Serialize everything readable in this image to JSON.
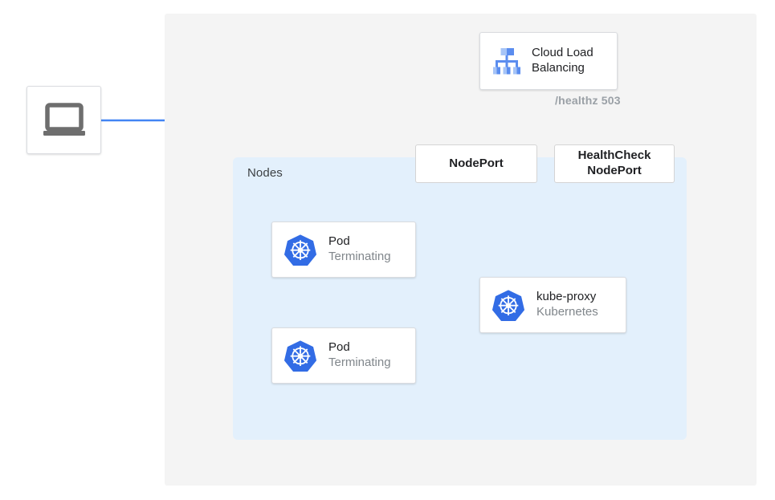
{
  "diagram": {
    "regions": {
      "outer_panel": "outer-panel",
      "nodes_label": "Nodes"
    },
    "nodes": [
      {
        "id": "client",
        "name": "client-laptop",
        "icon": "laptop-icon",
        "label": ""
      },
      {
        "id": "cloud-load-balancing",
        "name": "cloud-load-balancing-box",
        "icon": "cloud-load-balancing-icon",
        "title_line_1": "Cloud Load",
        "title_line_2": "Balancing"
      },
      {
        "id": "nodeport",
        "name": "nodeport-box",
        "label": "NodePort"
      },
      {
        "id": "healthcheck-nodeport",
        "name": "healthcheck-nodeport-box",
        "label_line_1": "HealthCheck",
        "label_line_2": "NodePort"
      },
      {
        "id": "pod-1",
        "name": "pod-box",
        "icon": "kubernetes-icon",
        "title": "Pod",
        "subtitle": "Terminating"
      },
      {
        "id": "pod-2",
        "name": "pod-box",
        "icon": "kubernetes-icon",
        "title": "Pod",
        "subtitle": "Terminating"
      },
      {
        "id": "kube-proxy",
        "name": "kube-proxy-box",
        "icon": "kubernetes-icon",
        "title": "kube-proxy",
        "subtitle": "Kubernetes"
      }
    ],
    "edge_labels": {
      "healthz": "/healthz 503"
    },
    "colors": {
      "blue_line": "#4285f4",
      "red_line": "#ea4335",
      "panel_gray": "#f4f4f4",
      "nodes_blue": "#e3f0fc",
      "kubernetes_blue": "#326ce5",
      "icon_blue_dark": "#5b8def",
      "icon_blue_light": "#a6c4f7",
      "laptop_gray": "#6e6e6e",
      "text_dark": "#202124",
      "text_muted": "#80868b",
      "label_gray": "#9aa0a6"
    }
  }
}
